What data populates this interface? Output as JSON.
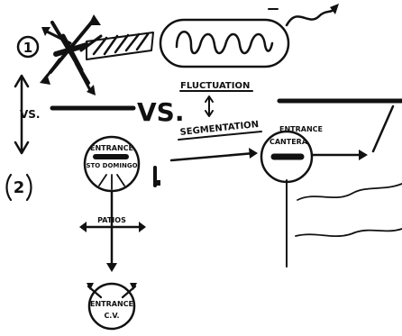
{
  "colors": {
    "ink": "#111111",
    "paper": "#ffffff"
  },
  "labels": {
    "number_top": "1",
    "vs_small": "VS.",
    "vs_big": "VS.",
    "number_bottom": "2",
    "fluctuation": "FLUCTUATION",
    "segmentation": "SEGMENTATION",
    "entrance_santo_domingo_line1": "ENTRANCE",
    "entrance_santo_domingo_line2": "STO DOMINGO",
    "entrance_cantera_line1": "ENTRANCE",
    "entrance_cantera_line2": "CANTERA",
    "patios": "PATIOS",
    "entrance_cv_line1": "ENTRANCE",
    "entrance_cv_line2": "C.V."
  }
}
